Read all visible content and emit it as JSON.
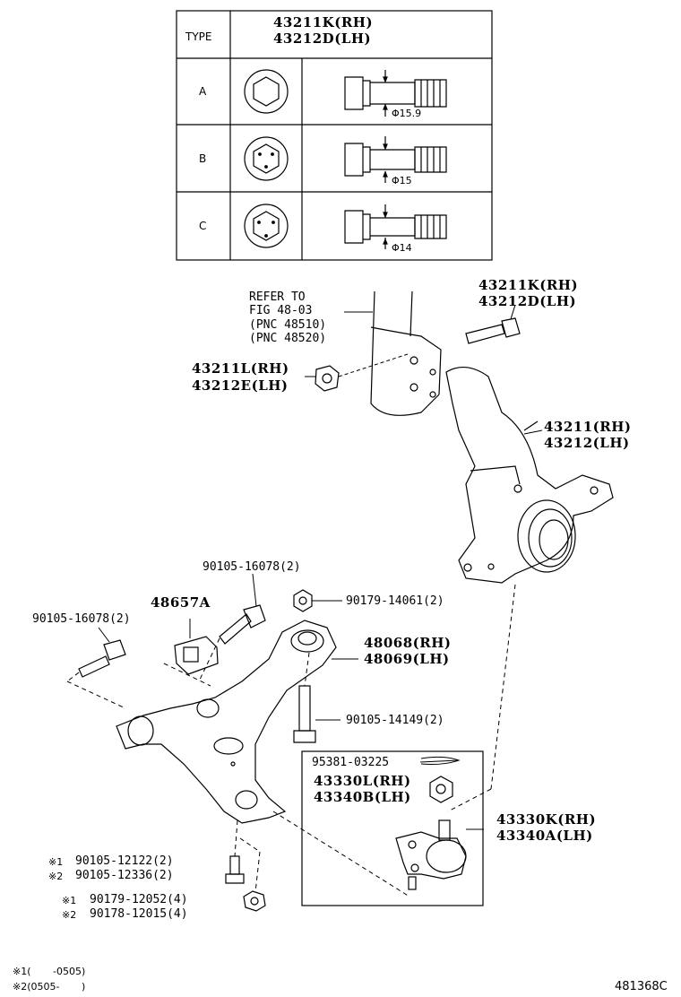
{
  "table": {
    "header_type": "TYPE",
    "header_part_rh": "43211K(RH)",
    "header_part_lh": "43212D(LH)",
    "rows": [
      {
        "type": "A",
        "dim": "Φ15.9"
      },
      {
        "type": "B",
        "dim": "Φ15"
      },
      {
        "type": "C",
        "dim": "Φ14"
      }
    ]
  },
  "refer": {
    "line1": "REFER TO",
    "line2": "FIG 48-03",
    "line3": "(PNC 48510)",
    "line4": "(PNC 48520)"
  },
  "parts": {
    "bolt_rh": "43211K(RH)",
    "bolt_lh": "43212D(LH)",
    "nut_rh": "43211L(RH)",
    "nut_lh": "43212E(LH)",
    "knuckle_rh": "43211(RH)",
    "knuckle_lh": "43212(LH)",
    "bolt_upper": "90105-16078(2)",
    "bracket": "48657A",
    "nut_upper": "90179-14061(2)",
    "bolt_left": "90105-16078(2)",
    "arm_rh": "48068(RH)",
    "arm_lh": "48069(LH)",
    "bolt_mid": "90105-14149(2)",
    "cotter_pin": "95381-03225",
    "nut_ball_rh": "43330L(RH)",
    "nut_ball_lh": "43340B(LH)",
    "ball_joint_rh": "43330K(RH)",
    "ball_joint_lh": "43340A(LH)",
    "bolt_bottom_1": "90105-12122(2)",
    "bolt_bottom_2": "90105-12336(2)",
    "nut_bottom_1": "90179-12052(4)",
    "nut_bottom_2": "90178-12015(4)"
  },
  "marks": {
    "m1": "※1",
    "m2": "※2"
  },
  "footnotes": {
    "fn1": "※1(       -0505)",
    "fn2": "※2(0505-       )"
  },
  "figure_code": "481368C"
}
